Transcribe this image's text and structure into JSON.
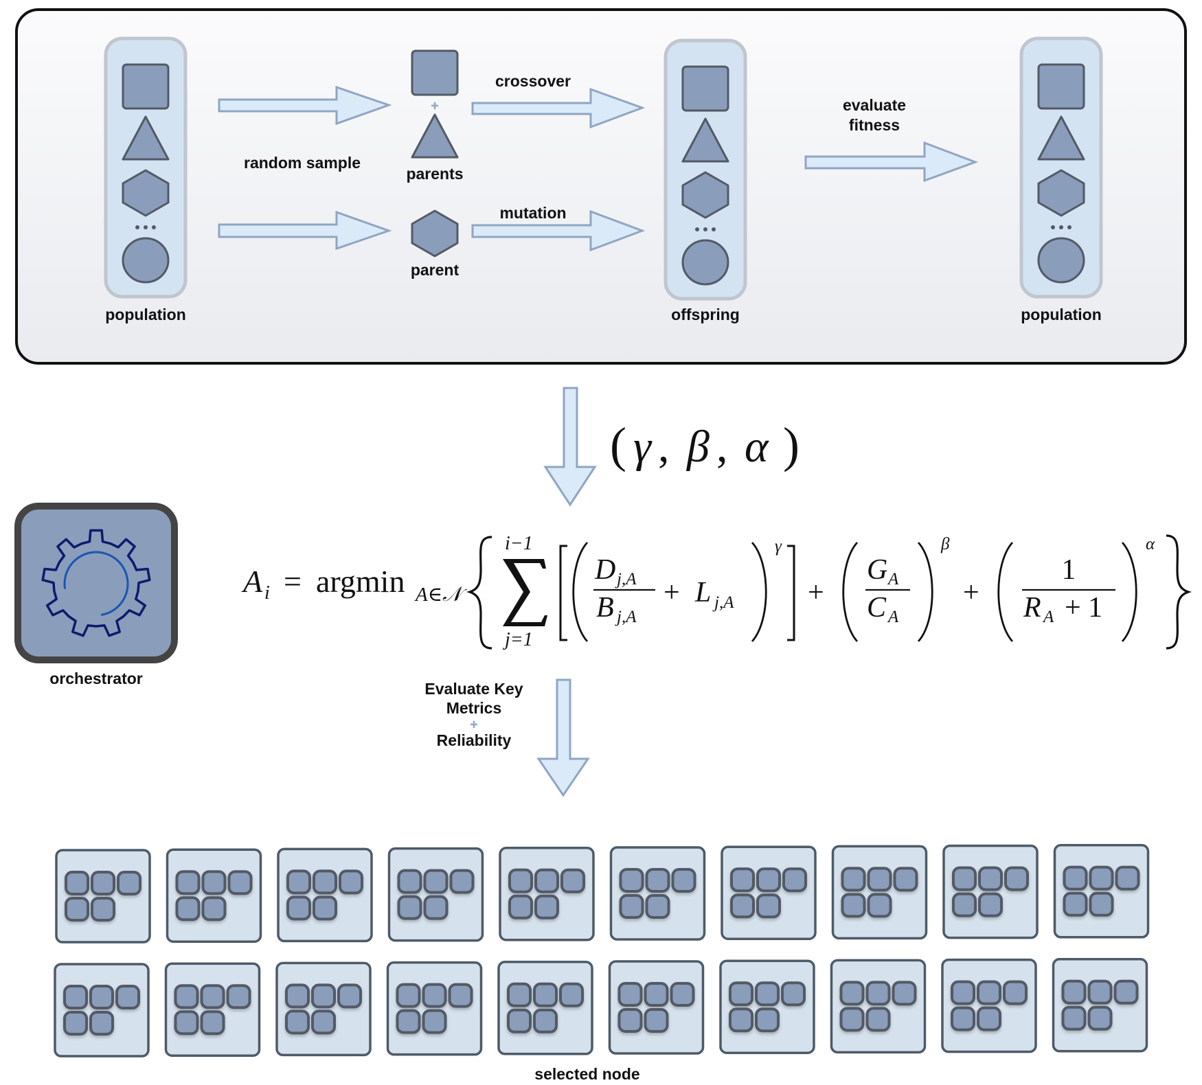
{
  "pipeline": {
    "population_label": "population",
    "random_sample_label": "random sample",
    "parents_label": "parents",
    "parent_label": "parent",
    "crossover_label": "crossover",
    "mutation_label": "mutation",
    "offspring_label": "offspring",
    "evaluate_line1": "evaluate",
    "evaluate_line2": "fitness",
    "population_out_label": "population",
    "column_members": [
      "square",
      "triangle",
      "hexagon",
      "ellipsis",
      "circle"
    ],
    "combine_symbol": "+"
  },
  "parameters": {
    "open": "(",
    "gamma": "γ",
    "beta": "β",
    "alpha": "α",
    "sep": ",",
    "close": ")"
  },
  "orchestrator": {
    "label": "orchestrator",
    "icon": "gear-icon"
  },
  "formula": {
    "lhs": "A",
    "lhs_sub": "i",
    "eq": "=",
    "op": "argmin",
    "op_sub": "A∈𝒩",
    "sum_upper": "i−1",
    "sum_lower": "j=1",
    "term1_num": "D",
    "term1_num_sub": "j,A",
    "term1_den": "B",
    "term1_den_sub": "j,A",
    "term1_add": "L",
    "term1_add_sub": "j,A",
    "term1_exp": "γ",
    "term2_num": "G",
    "term2_num_sub": "A",
    "term2_den": "C",
    "term2_den_sub": "A",
    "term2_exp": "β",
    "term3_num": "1",
    "term3_den": "R",
    "term3_den_sub": "A",
    "term3_den_tail": "+ 1",
    "term3_exp": "α",
    "plus": "+"
  },
  "evaluation": {
    "line1": "Evaluate Key",
    "line2": "Metrics",
    "symbol": "+",
    "line3": "Reliability"
  },
  "cluster": {
    "rows": 2,
    "nodes_per_row": 10,
    "chips_per_node": 5,
    "label": "selected node"
  },
  "colors": {
    "shape_fill": "#8a9dba",
    "shape_stroke": "#525a66",
    "arrow_fill": "#daeaf8",
    "arrow_stroke": "#8fa5c3",
    "node_fill": "#d5e1ec",
    "panel_border": "#111111",
    "gear_stroke": "#0d1a6e",
    "gear_arc": "#1a56b0"
  }
}
